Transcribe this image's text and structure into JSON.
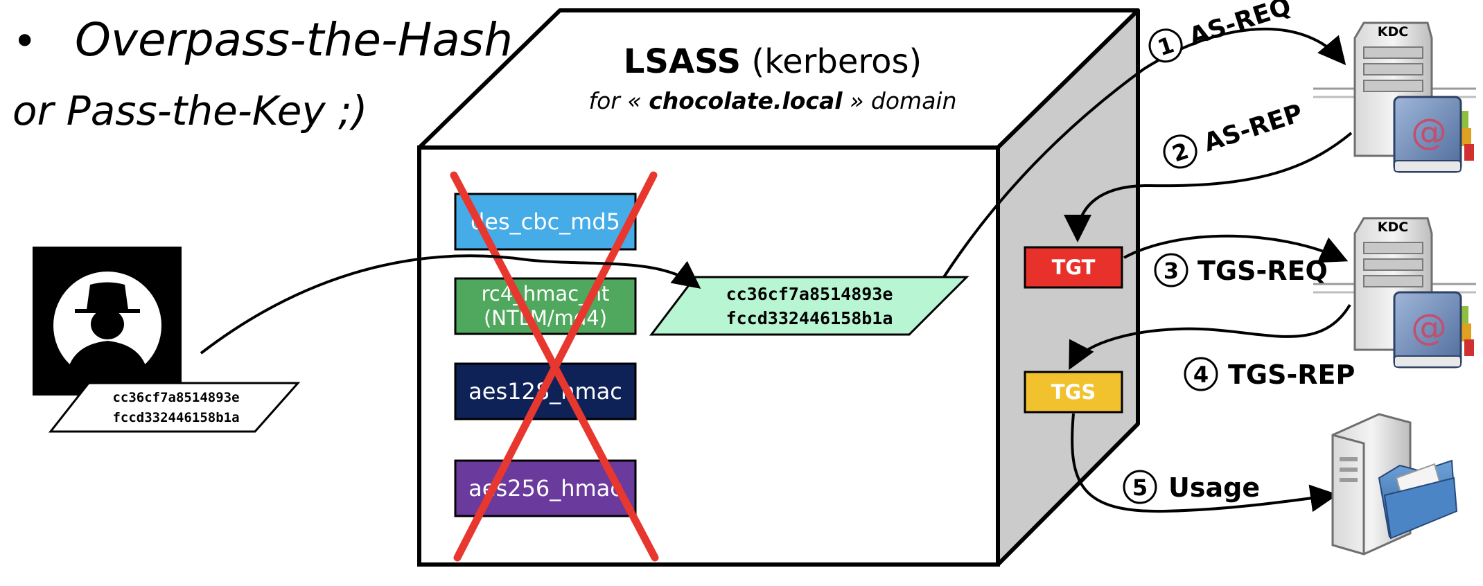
{
  "title": {
    "bullet": "•",
    "line1": "Overpass-the-Hash",
    "line2": "or Pass-the-Key ;)"
  },
  "lsass": {
    "title_bold": "LSASS",
    "title_rest": " (kerberos)",
    "subtitle_pre": "for « ",
    "subtitle_bold": "chocolate.local",
    "subtitle_post": " » domain"
  },
  "keys": [
    {
      "label": "des_cbc_md5",
      "color": "#46ACE8"
    },
    {
      "label": "rc4_hmac_nt",
      "label2": "(NTLM/md4)",
      "color": "#4FA85D"
    },
    {
      "label": "aes128_hmac",
      "color": "#0F2257"
    },
    {
      "label": "aes256_hmac",
      "color": "#6A3A9D"
    }
  ],
  "hash": {
    "line1": "cc36cf7a8514893e",
    "line2": "fccd332446158b1a",
    "injected_color": "#B8F5D2"
  },
  "tickets": {
    "tgt": {
      "label": "TGT",
      "color": "#E8312A"
    },
    "tgs": {
      "label": "TGS",
      "color": "#F2C12E"
    }
  },
  "steps": [
    {
      "num": "1",
      "label": "AS-REQ"
    },
    {
      "num": "2",
      "label": "AS-REP"
    },
    {
      "num": "3",
      "label": "TGS-REQ"
    },
    {
      "num": "4",
      "label": "TGS-REP"
    },
    {
      "num": "5",
      "label": "Usage"
    }
  ],
  "servers": [
    {
      "label": "KDC"
    },
    {
      "label": "KDC"
    }
  ],
  "colors": {
    "cross": "#E8372F",
    "box_side": "#CBCBCB"
  }
}
